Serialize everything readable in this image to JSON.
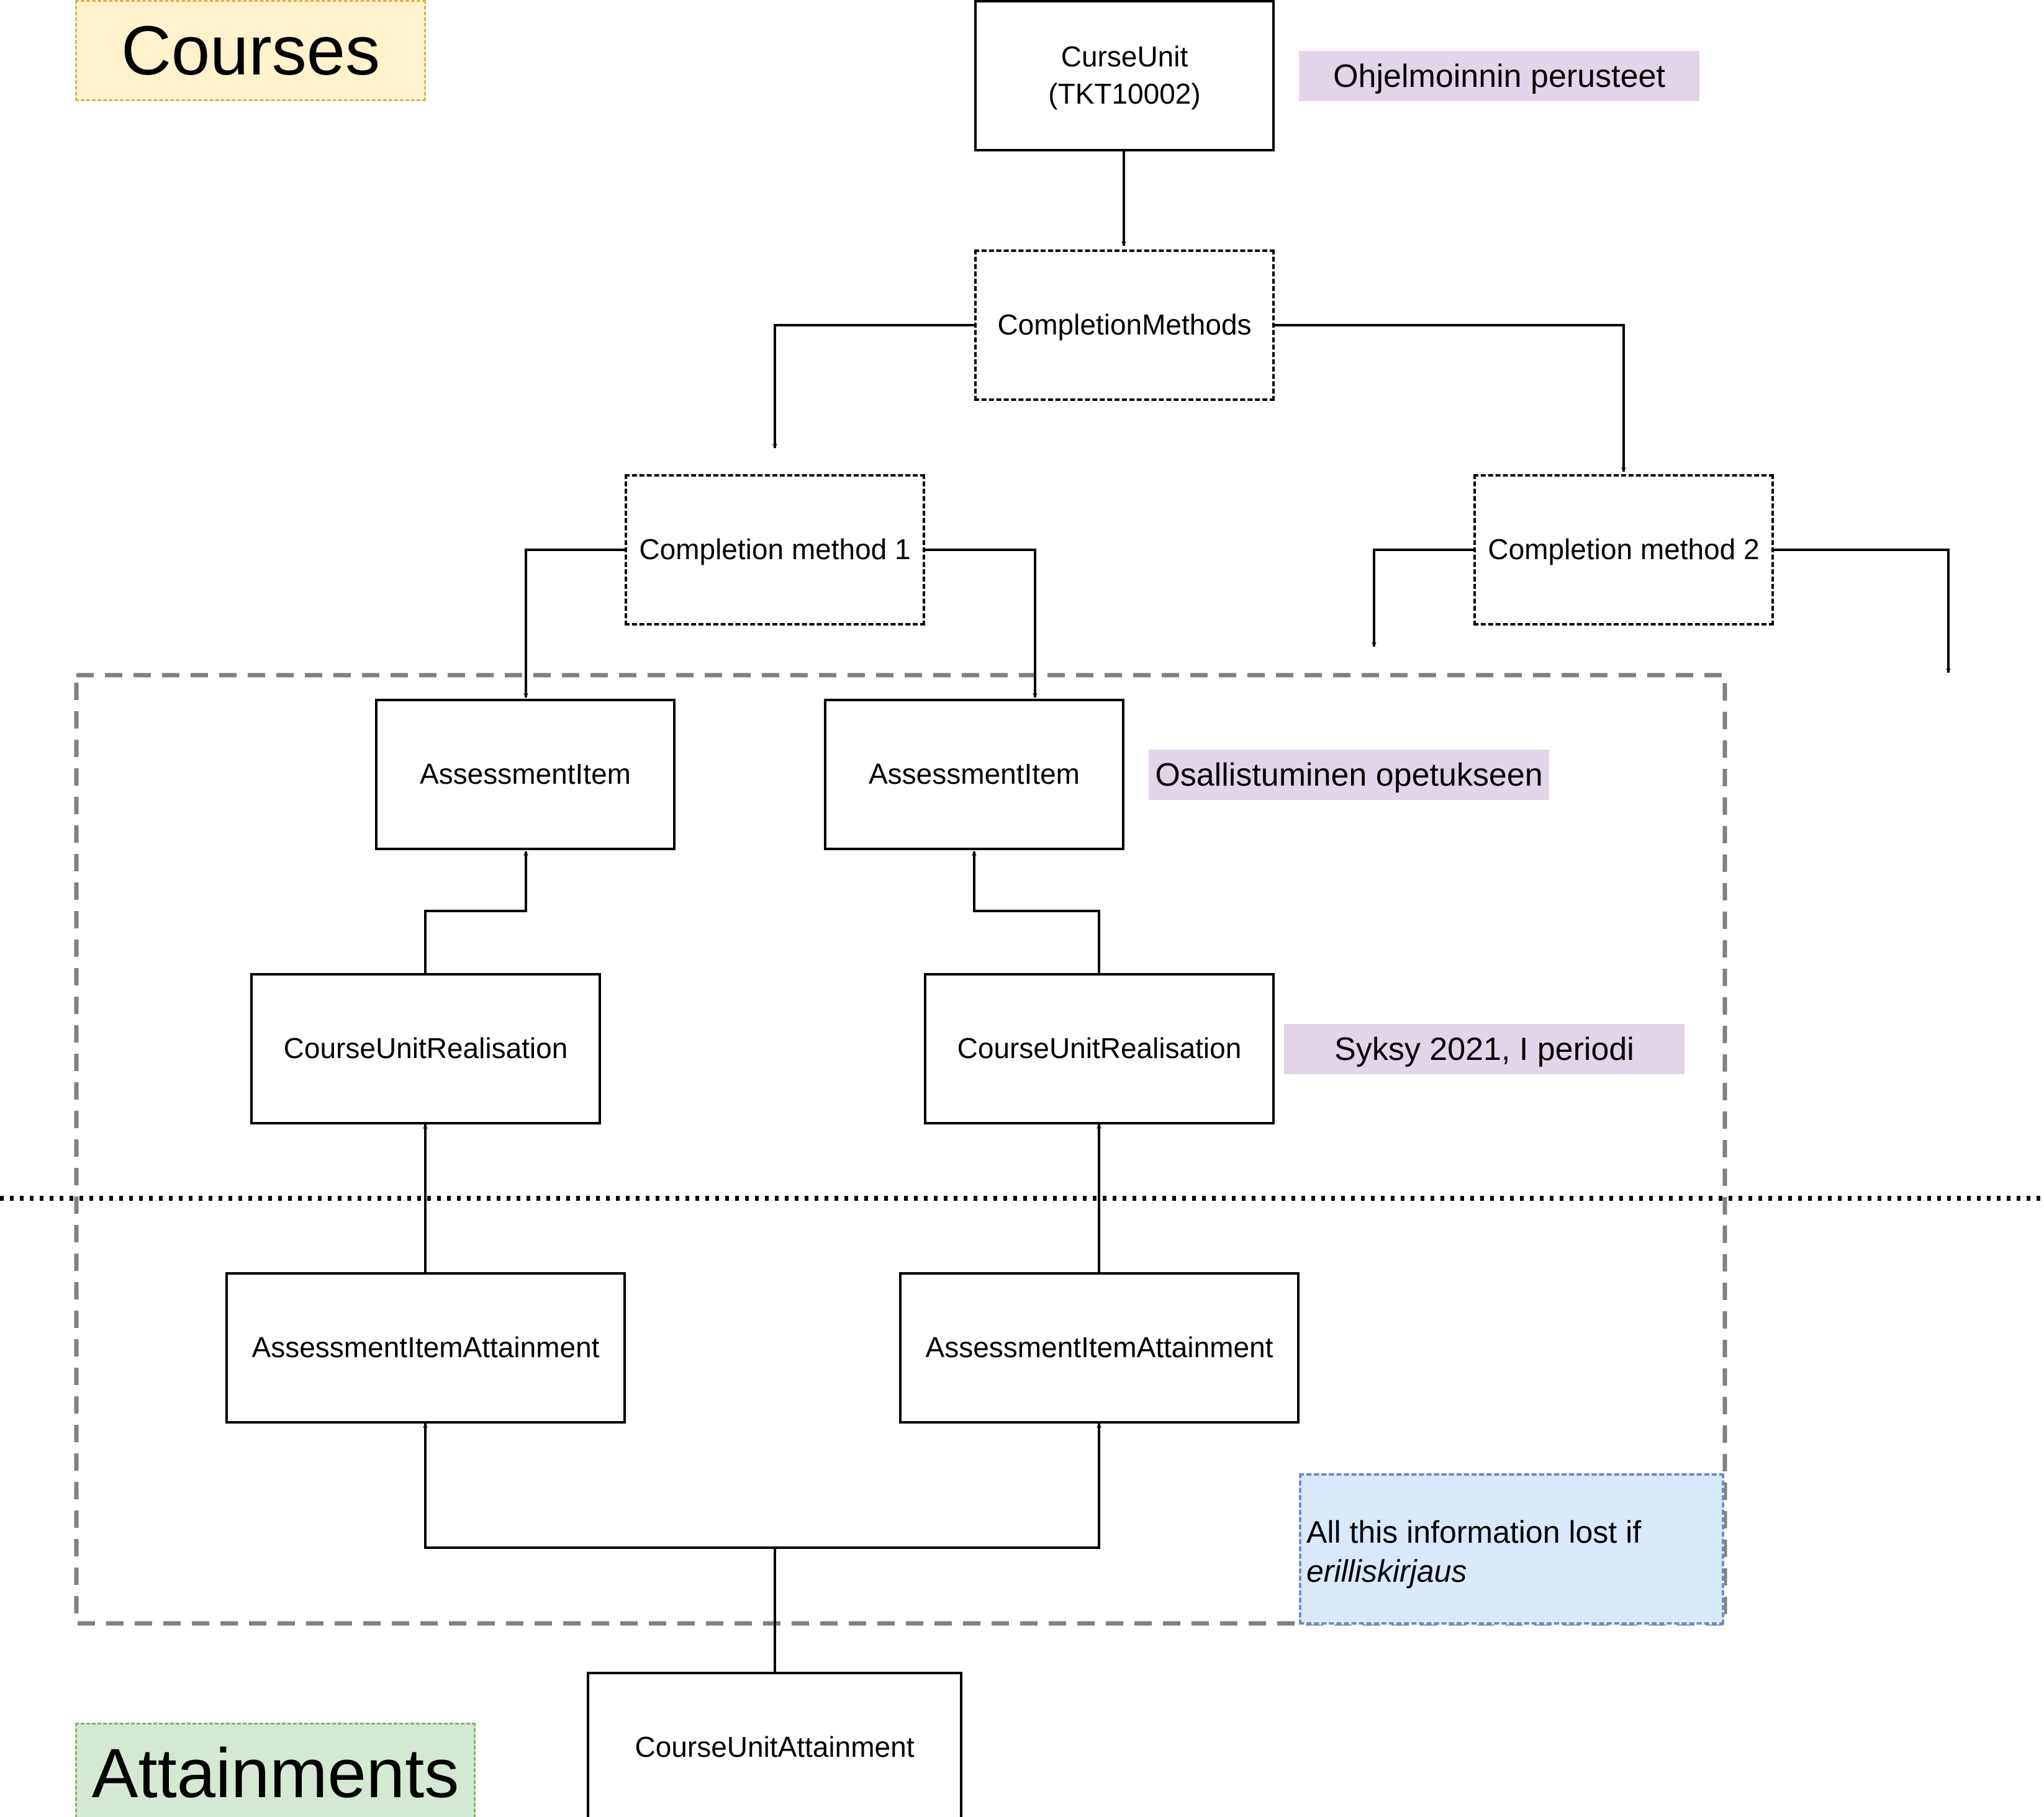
{
  "colors": {
    "line": "#000000",
    "scope_border": "#808080",
    "tag_fill": "#e1d5e7",
    "courses_fill": "#fff2cc",
    "courses_border": "#d6b656",
    "attainments_fill": "#d5e8d4",
    "attainments_border": "#82b366",
    "note_fill": "#dae8fc",
    "note_border": "#6c8ebf"
  },
  "sections": {
    "courses": "Courses",
    "attainments": "Attainments"
  },
  "nodes": {
    "curse_unit": {
      "line1": "CurseUnit",
      "line2": "(TKT10002)"
    },
    "completion_methods": "CompletionMethods",
    "completion_method_1": "Completion method 1",
    "completion_method_2": "Completion method 2",
    "assessment_item_left": "AssessmentItem",
    "assessment_item_right": "AssessmentItem",
    "realisation_left": "CourseUnitRealisation",
    "realisation_right": "CourseUnitRealisation",
    "attainment_left": "AssessmentItemAttainment",
    "attainment_right": "AssessmentItemAttainment",
    "course_unit_attainment": "CourseUnitAttainment"
  },
  "tags": {
    "curse_unit_name": "Ohjelmoinnin perusteet",
    "assessment_item_name": "Osallistuminen opetukseen",
    "realisation_name": "Syksy 2021, I periodi"
  },
  "note": {
    "text": "All this information lost if",
    "emphasis": "erilliskirjaus"
  }
}
